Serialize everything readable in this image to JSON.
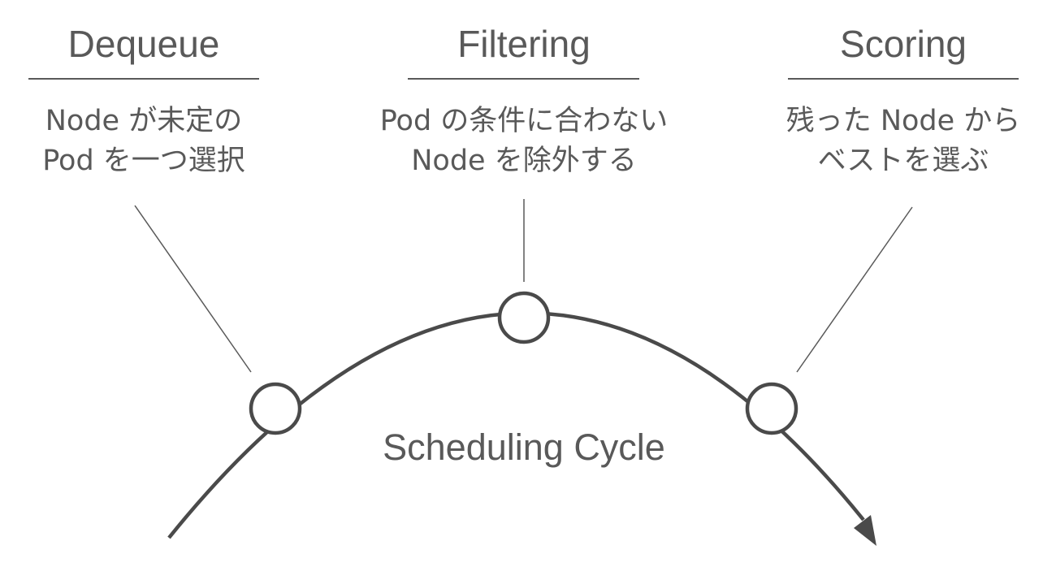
{
  "diagram": {
    "cycle_label": "Scheduling Cycle",
    "stages": [
      {
        "title": "Dequeue",
        "description_lines": [
          "Node が未定の",
          "Pod を一つ選択"
        ]
      },
      {
        "title": "Filtering",
        "description_lines": [
          "Pod の条件に合わない",
          "Node を除外する"
        ]
      },
      {
        "title": "Scoring",
        "description_lines": [
          "残った Node から",
          "ベストを選ぶ"
        ]
      }
    ]
  }
}
